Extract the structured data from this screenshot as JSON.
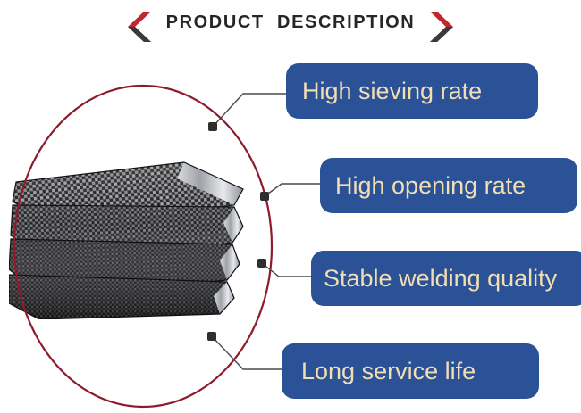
{
  "header": {
    "title": "PRODUCT  DESCRIPTION",
    "left_icon": "chevron-left-double",
    "right_icon": "chevron-right-double",
    "chevron_red": "#C1272D",
    "chevron_dark": "#3A3A3A",
    "title_color": "#262626"
  },
  "illustration": {
    "alt": "stack of crimped woven wire mesh screen panels",
    "circle_stroke": "#8E1B2C",
    "circle_fill": "#FFFFFF",
    "dot_color": "#2F2F2F",
    "connector_color": "#4A4A4A"
  },
  "theme": {
    "box_fill": "#2B5196",
    "box_text": "#F2DEB4",
    "page_bg": "#FFFFFF"
  },
  "features": [
    {
      "id": "high-sieving-rate",
      "label": "High sieving rate"
    },
    {
      "id": "high-opening-rate",
      "label": "High opening rate"
    },
    {
      "id": "stable-welding-quality",
      "label": "Stable welding quality"
    },
    {
      "id": "long-service-life",
      "label": "Long service life"
    }
  ]
}
